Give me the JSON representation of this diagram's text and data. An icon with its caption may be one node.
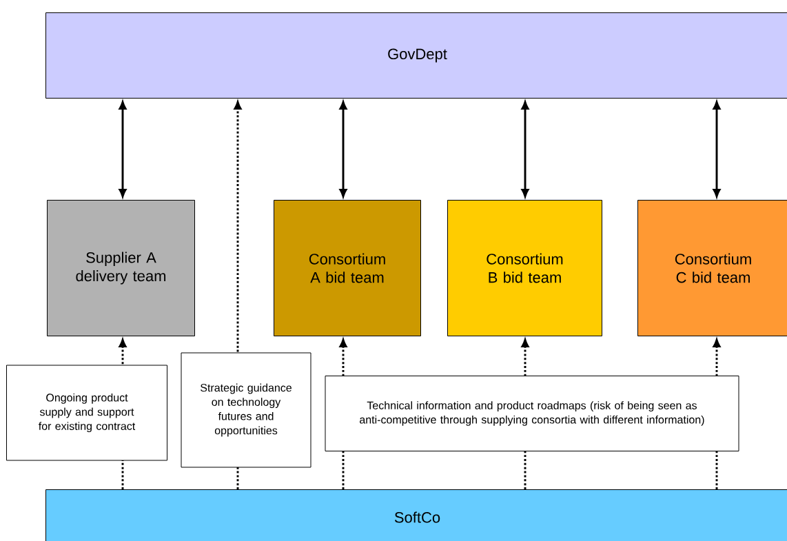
{
  "diagram": {
    "nodes": [
      {
        "text": [
          "GovDept"
        ]
      },
      {
        "text": [
          "Supplier A delivery team"
        ]
      },
      {
        "text": [
          "Consortium A bid team"
        ]
      },
      {
        "text": [
          "Consortium B bid team"
        ]
      },
      {
        "text": [
          "Consortium C bid team"
        ]
      },
      {
        "text": [
          "SoftCo"
        ]
      }
    ],
    "edges": [
      {
        "from": 0,
        "to": 1,
        "arrow": "both"
      },
      {
        "from": 0,
        "to": 2,
        "arrow": "both"
      },
      {
        "from": 0,
        "to": 3,
        "arrow": "both"
      },
      {
        "from": 0,
        "to": 4,
        "arrow": "both"
      },
      {
        "from": 5,
        "to": 1,
        "arrow": "to",
        "style": "dashed",
        "label": "Ongoing product supply and support for existing contract"
      },
      {
        "from": 5,
        "to": 0,
        "arrow": "to",
        "style": "dashed",
        "label": "Strategic guidance on technology futures and opportunities"
      },
      {
        "from": 5,
        "to": 2,
        "arrow": "to",
        "style": "dashed"
      },
      {
        "from": 5,
        "to": 3,
        "arrow": "to",
        "style": "dashed",
        "label": "Technical information and product roadmaps (risk of being seen as anti-competitive through supplying consortia with different information)"
      },
      {
        "from": 5,
        "to": 4,
        "arrow": "to",
        "style": "dashed"
      }
    ]
  }
}
